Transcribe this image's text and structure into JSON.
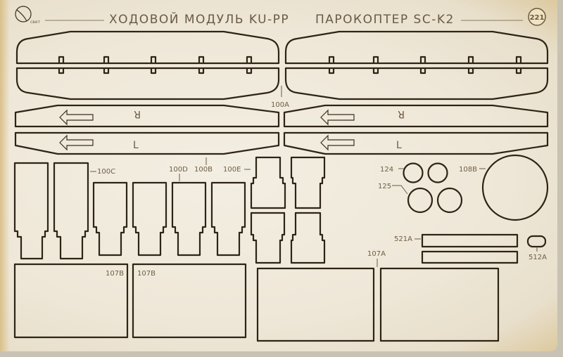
{
  "sheet": {
    "title": "ХОДОВОЙ МОДУЛЬ KU-PP   ПАРОКОПТЕР SC-K2",
    "title_left": "ХОДОВОЙ МОДУЛЬ KU-PP",
    "title_right": "ПАРОКОПТЕР SC-K2",
    "logo_text": "свет",
    "badge_number": "221",
    "colors": {
      "wood": "#efe8d9",
      "cut_line": "#2e2416",
      "engraving": "#6b5a40",
      "burn": "#d8bf86"
    }
  },
  "parts": {
    "labels": {
      "p100a": "100A",
      "p100c": "100C",
      "p100d": "100D",
      "p100b": "100B",
      "p100e": "100E",
      "p124": "124",
      "p125": "125",
      "p108b": "108B",
      "p521a": "521A",
      "p512a": "512A",
      "p107a": "107A",
      "p107b_left": "107B",
      "p107b_right": "107B"
    },
    "track_letters": {
      "right": "R",
      "left": "L"
    }
  }
}
